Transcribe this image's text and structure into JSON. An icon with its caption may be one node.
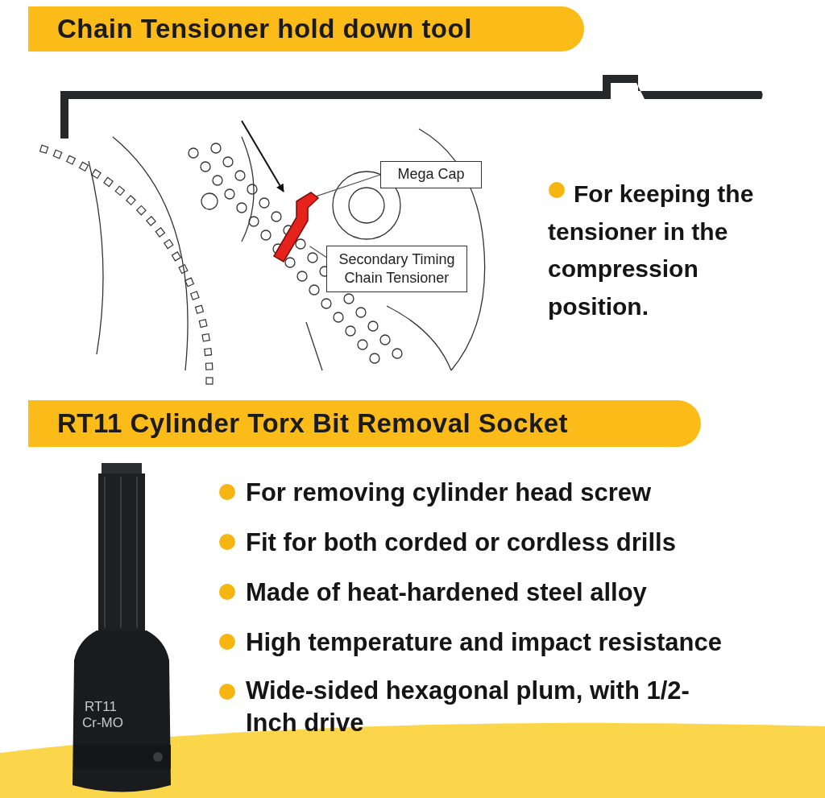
{
  "diagram": {
    "nodes": [
      {
        "text": [
          "Chain Tensioner hold down tool"
        ]
      },
      {
        "text": [
          "Mega Cap"
        ]
      },
      {
        "text": [
          "Secondary Timing Chain Tensioner"
        ]
      },
      {
        "text": [],
        "shape": "picture"
      },
      {
        "text": [
          "RT11 Cylinder Torx Bit Removal Socket"
        ]
      }
    ],
    "edges": [
      {
        "from": 1,
        "to": 3,
        "arrow": "none"
      },
      {
        "from": 2,
        "to": 3,
        "arrow": "none"
      },
      {
        "from": null,
        "to": 3,
        "arrow": "to"
      }
    ],
    "labels": [
      "For keeping the tensioner in the compression position.",
      "For removing cylinder head screw",
      "Fit for both corded or cordless drills",
      "Made of heat-hardened steel alloy",
      "High temperature and impact resistance",
      "Wide-sided hexagonal plum, with 1/2-Inch drive",
      "RT11",
      "Cr-MO"
    ]
  }
}
